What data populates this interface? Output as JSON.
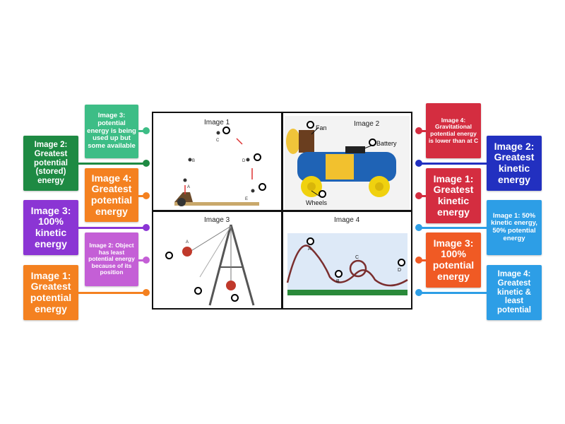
{
  "left_labels": [
    {
      "id": "l1",
      "text": "Image 3: potential energy is being used up but some available",
      "color": "#3dbd86"
    },
    {
      "id": "l2",
      "text": "Image 2: Greatest potential (stored) energy",
      "color": "#1e8a43"
    },
    {
      "id": "l3",
      "text": "Image 4: Greatest potential energy",
      "color": "#f48120"
    },
    {
      "id": "l4",
      "text": "Image 3: 100% kinetic energy",
      "color": "#8b35d4"
    },
    {
      "id": "l5",
      "text": "Image 2: Object has least potential energy because of its position",
      "color": "#c45fd6"
    },
    {
      "id": "l6",
      "text": "Image 1: Greatest potential energy",
      "color": "#f48120"
    }
  ],
  "right_labels": [
    {
      "id": "r1",
      "text": "Image 4: Gravitational potential energy is lower than at C",
      "color": "#d42d40"
    },
    {
      "id": "r2",
      "text": "Image 2: Greatest kinetic energy",
      "color": "#2230c0"
    },
    {
      "id": "r3",
      "text": "Image 1: Greatest kinetic energy",
      "color": "#d42d40"
    },
    {
      "id": "r4",
      "text": "Image 1: 50% kinetic energy, 50% potential energy",
      "color": "#2d9ee6"
    },
    {
      "id": "r5",
      "text": "Image 3: 100% potential energy",
      "color": "#f05a24"
    },
    {
      "id": "r6",
      "text": "Image 4: Greatest kinetic & least potential",
      "color": "#2d9ee6"
    }
  ],
  "panels": {
    "image1": {
      "title": "Image 1",
      "points": [
        "A",
        "B",
        "C",
        "D",
        "E"
      ]
    },
    "image2": {
      "title": "Image 2",
      "fan": "Fan",
      "battery": "Battery",
      "wheels": "Wheels"
    },
    "image3": {
      "title": "Image 3",
      "point": "A"
    },
    "image4": {
      "title": "Image 4",
      "points": [
        "A",
        "B",
        "C",
        "D"
      ]
    }
  }
}
